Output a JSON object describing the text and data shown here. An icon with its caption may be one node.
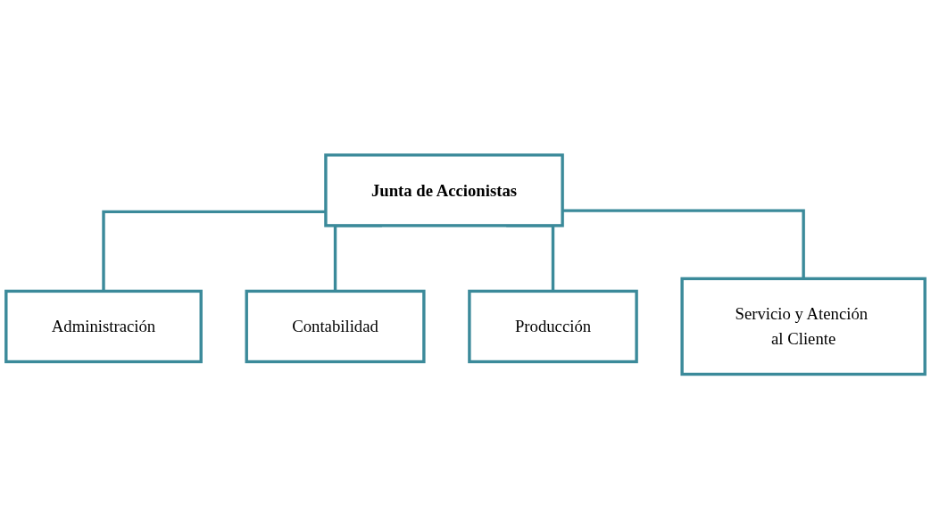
{
  "diagram": {
    "nodes": [
      {
        "text": [
          "Junta de Accionistas"
        ]
      },
      {
        "text": [
          "Administración"
        ]
      },
      {
        "text": [
          "Contabilidad"
        ]
      },
      {
        "text": [
          "Producción"
        ]
      },
      {
        "text": [
          "Servicio y Atención al Cliente"
        ]
      }
    ],
    "edges": [
      {
        "from": 0,
        "to": 1,
        "arrow": "none"
      },
      {
        "from": 0,
        "to": 2,
        "arrow": "none"
      },
      {
        "from": 0,
        "to": 3,
        "arrow": "none"
      },
      {
        "from": 0,
        "to": 4,
        "arrow": "none"
      }
    ]
  }
}
